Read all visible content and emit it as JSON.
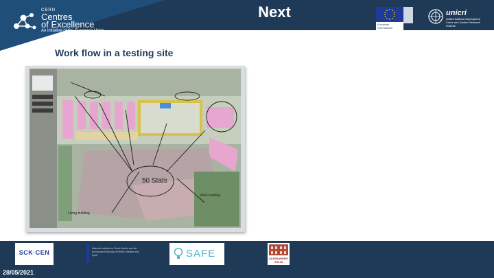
{
  "header": {
    "coe_small": "CBRN",
    "coe_line1": "Centres",
    "coe_line2": "of Excellence",
    "coe_tagline": "An initiative of the European Union",
    "title": "Next",
    "eu_caption": "European Commission",
    "unicri_name": "unicri",
    "unicri_desc": "United Nations Interregional Crime and Justice Research Institute"
  },
  "slide": {
    "title": "Work flow in a testing site",
    "photo_annotation": "50 Stats",
    "photo_note_left": "Living building",
    "photo_note_right": "Work building"
  },
  "partners": {
    "sck": "SCK·CEN",
    "rivm": "National Institute for Public Health and the Environment Ministry of Health, Welfare and Sport",
    "safe": "SAFE",
    "volta": "ALESSANDRO VOLTA"
  },
  "footer": {
    "date": "28/05/2021"
  },
  "colors": {
    "navy": "#1f3a57",
    "corner_blue": "#1f4e79"
  }
}
